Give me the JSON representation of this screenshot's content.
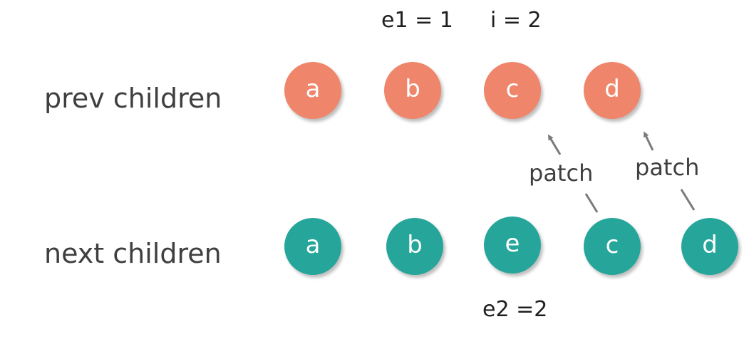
{
  "colors": {
    "prev_node": "#EF856A",
    "next_node": "#26A69A",
    "arrow": "#7a7a7a"
  },
  "rows": {
    "prev_label": "prev children",
    "next_label": "next children"
  },
  "prev_nodes": [
    "a",
    "b",
    "c",
    "d"
  ],
  "next_nodes": [
    "a",
    "b",
    "e",
    "c",
    "d"
  ],
  "markers": {
    "e1": "e1 = 1",
    "i": "i = 2",
    "e2": "e2 =2"
  },
  "patches": [
    "patch",
    "patch"
  ]
}
